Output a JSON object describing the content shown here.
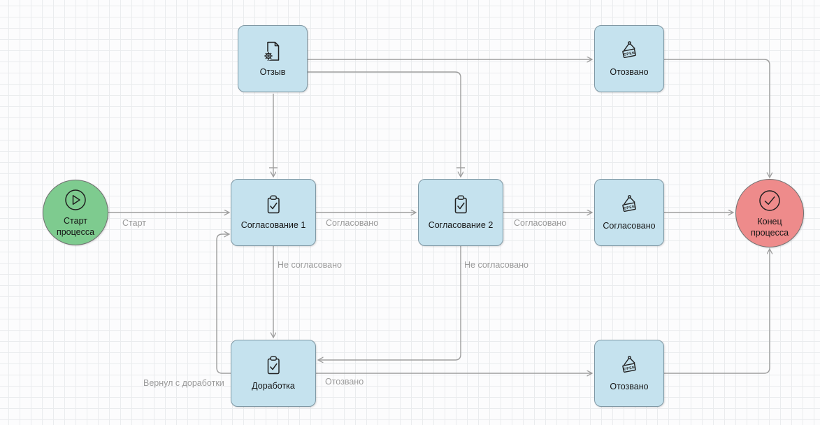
{
  "diagram": {
    "nodes": {
      "start": {
        "label": "Старт процесса",
        "icon": "play-circle-icon",
        "kind": "start-event"
      },
      "otzyv": {
        "label": "Отзыв",
        "icon": "document-gear-icon",
        "kind": "task"
      },
      "otozvano_top": {
        "label": "Отозвано",
        "icon": "open-sign-icon",
        "kind": "task"
      },
      "soglasovanie1": {
        "label": "Согласование 1",
        "icon": "clipboard-check-icon",
        "kind": "task"
      },
      "soglasovanie2": {
        "label": "Согласование 2",
        "icon": "clipboard-check-icon",
        "kind": "task"
      },
      "soglasovano": {
        "label": "Согласовано",
        "icon": "open-sign-icon",
        "kind": "task"
      },
      "dorabotka": {
        "label": "Доработка",
        "icon": "clipboard-check-icon",
        "kind": "task"
      },
      "otozvano_bottom": {
        "label": "Отозвано",
        "icon": "open-sign-icon",
        "kind": "task"
      },
      "end": {
        "label": "Конец процесса",
        "icon": "check-circle-icon",
        "kind": "end-event"
      }
    },
    "edges": {
      "start_flow": {
        "label": "Старт"
      },
      "approved1": {
        "label": "Согласовано"
      },
      "approved2": {
        "label": "Согласовано"
      },
      "rejected1": {
        "label": "Не согласовано"
      },
      "rejected2": {
        "label": "Не согласовано"
      },
      "withdrawn": {
        "label": "Отозвано"
      },
      "returned": {
        "label": "Вернул с доработки"
      }
    },
    "icons": {
      "open_sign_text": "OPEN"
    },
    "colors": {
      "start_event_fill": "#7ecb8f",
      "end_event_fill": "#ee8b8b",
      "task_fill": "#c5e2ee",
      "task_border": "#7f98a4",
      "edge": "#9e9e9e",
      "edge_label": "#9a9a9a",
      "node_label": "#161616"
    }
  }
}
